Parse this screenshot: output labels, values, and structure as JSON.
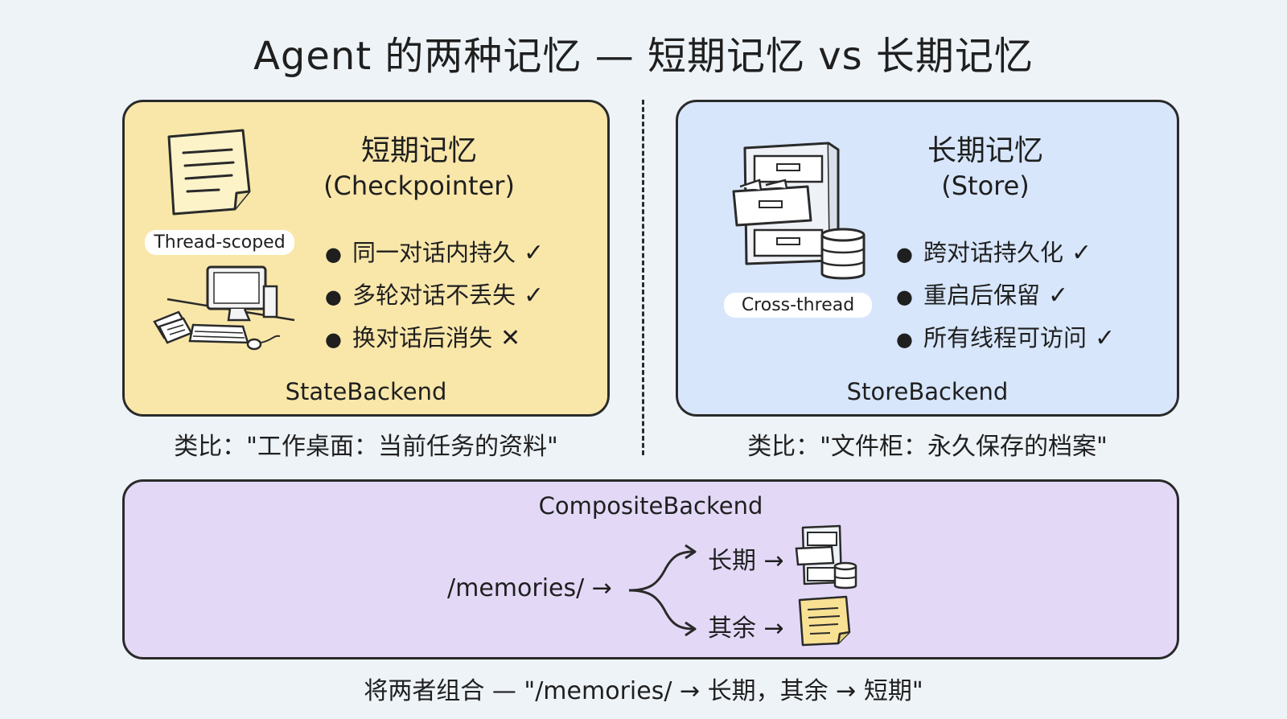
{
  "title": "Agent 的两种记忆 — 短期记忆 vs 长期记忆",
  "short_term": {
    "title": "短期记忆",
    "subtitle": "(Checkpointer)",
    "tag": "Thread-scoped",
    "bullets": [
      {
        "text": "同一对话内持久",
        "mark": "✓"
      },
      {
        "text": "多轮对话不丢失",
        "mark": "✓"
      },
      {
        "text": "换对话后消失",
        "mark": "✕"
      }
    ],
    "backend": "StateBackend",
    "analogy": "类比：\"工作桌面：当前任务的资料\""
  },
  "long_term": {
    "title": "长期记忆",
    "subtitle": "(Store)",
    "tag": "Cross-thread",
    "bullets": [
      {
        "text": "跨对话持久化",
        "mark": "✓"
      },
      {
        "text": "重启后保留",
        "mark": "✓"
      },
      {
        "text": "所有线程可访问",
        "mark": "✓"
      }
    ],
    "backend": "StoreBackend",
    "analogy": "类比：\"文件柜：永久保存的档案\""
  },
  "composite": {
    "title": "CompositeBackend",
    "source": "/memories/ →",
    "route_long": "长期 →",
    "route_rest": "其余 →"
  },
  "footer": "将两者组合 — \"/memories/ → 长期，其余 → 短期\"",
  "colors": {
    "short_panel": "#f9e7aa",
    "long_panel": "#d7e6fb",
    "composite_panel": "#e3d9f7",
    "background": "#eef3f8",
    "outline": "#2a2a2a"
  },
  "icons": {
    "short_term": [
      "sticky-note-icon",
      "desktop-computer-icon"
    ],
    "long_term": [
      "filing-cabinet-icon",
      "database-icon"
    ],
    "composite": [
      "branch-arrow-icon",
      "filing-cabinet-icon",
      "database-icon",
      "sticky-note-icon"
    ]
  }
}
